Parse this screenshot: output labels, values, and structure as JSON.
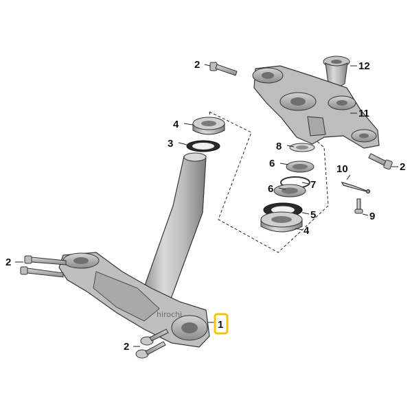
{
  "diagram": {
    "highlight_color": "#f5c400",
    "part_color": "#b9b9b9",
    "callouts": {
      "c1": "1",
      "c2a": "2",
      "c2b": "2",
      "c2c": "2",
      "c2d": "2",
      "c3": "3",
      "c4a": "4",
      "c4b": "4",
      "c5": "5",
      "c6a": "6",
      "c6b": "6",
      "c7": "7",
      "c8": "8",
      "c9": "9",
      "c10": "10",
      "c11": "11",
      "c12": "12"
    },
    "highlighted_part": "1",
    "watermark": "hirochi"
  }
}
